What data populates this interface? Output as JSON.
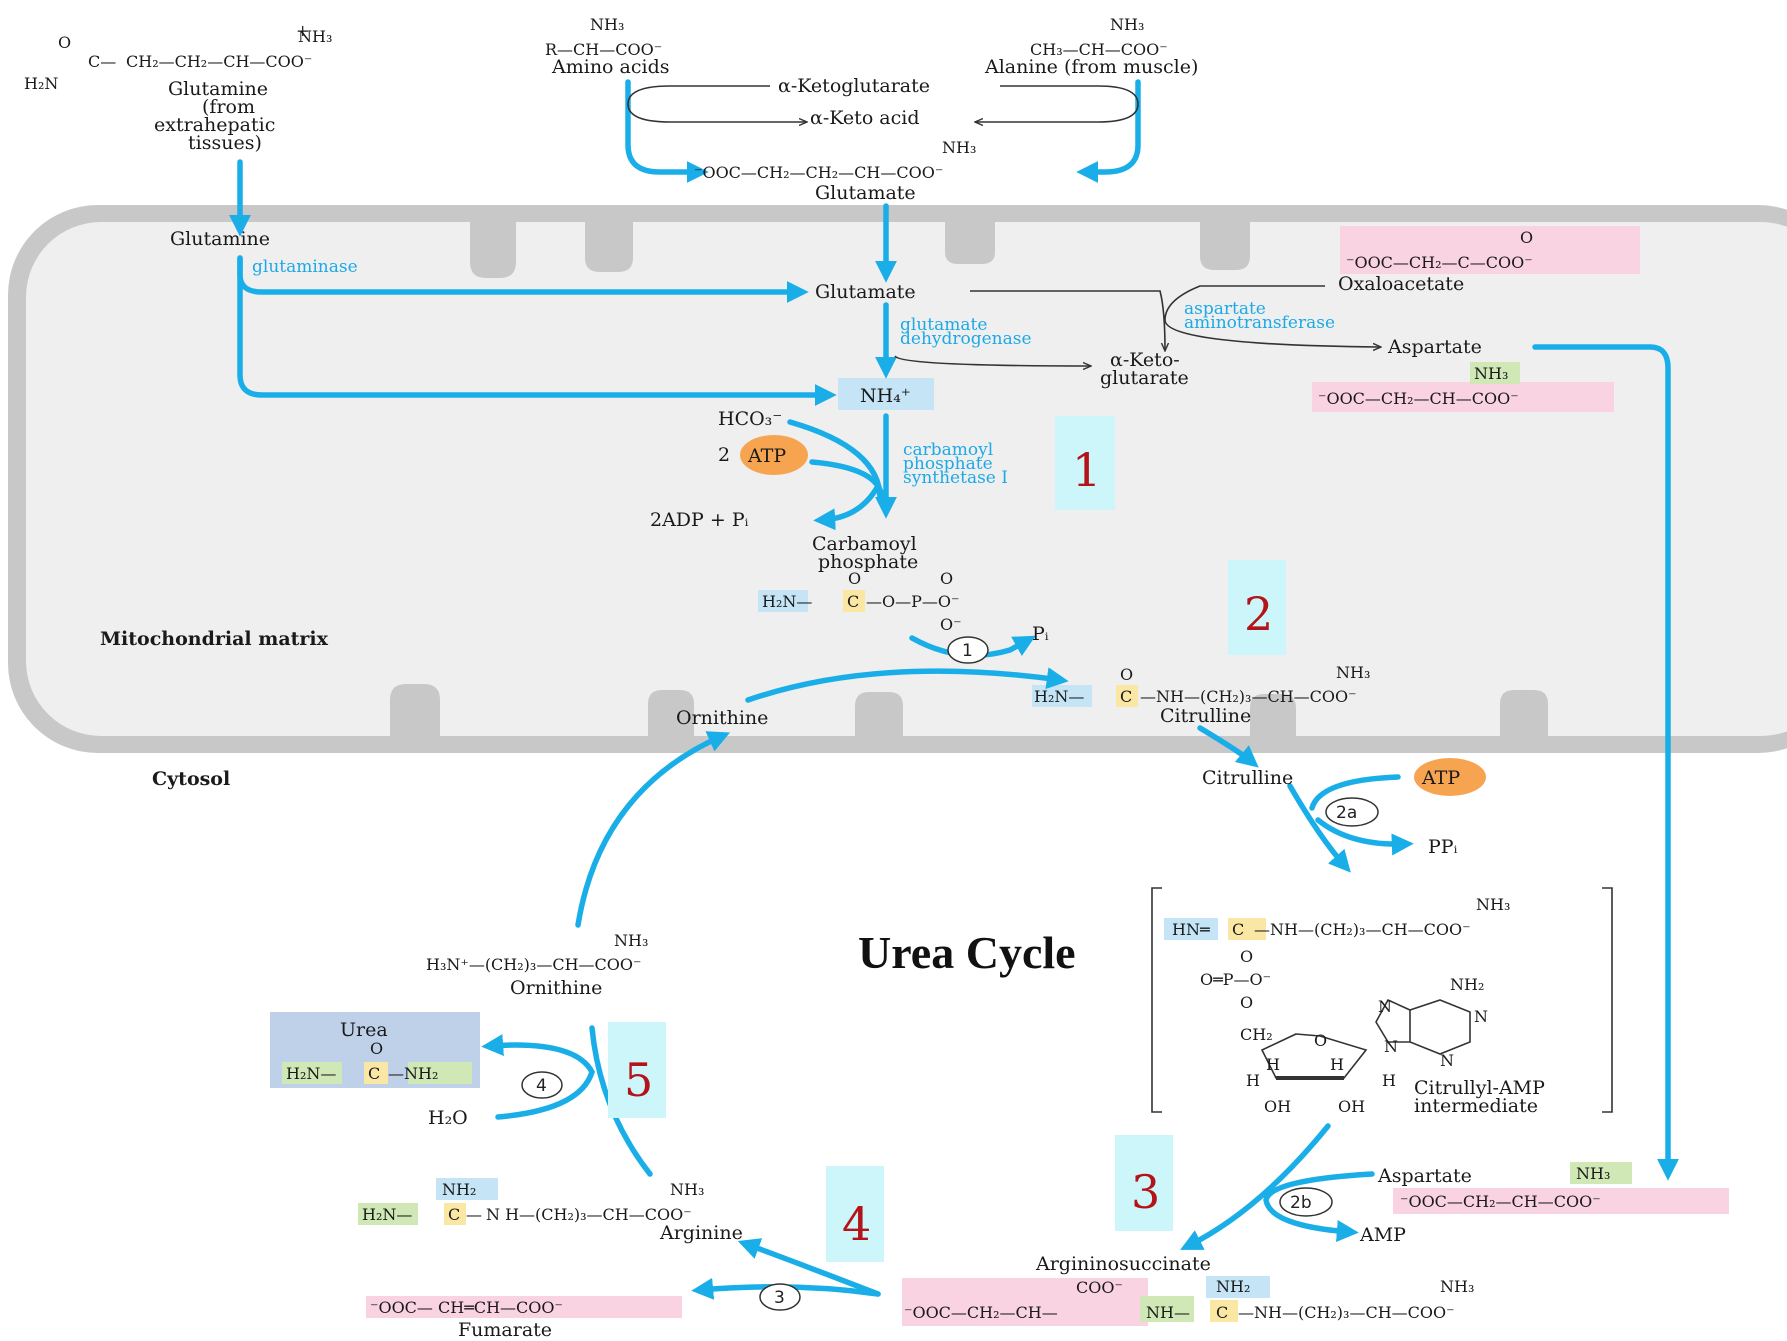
{
  "title": "Urea Cycle",
  "compartments": {
    "matrix": "Mitochondrial matrix",
    "cytosol": "Cytosol"
  },
  "top": {
    "glutamine_formula": "CH₂—CH₂—CH—COO⁻",
    "glutamine_label": [
      "Glutamine",
      "(from",
      "extrahepatic",
      "tissues)"
    ],
    "amino_acids_formula": "R—CH—COO⁻",
    "amino_acids_label": "Amino acids",
    "alanine_formula": "CH₃—CH—COO⁻",
    "alanine_label": "Alanine (from muscle)",
    "ketoglutarate": "α-Ketoglutarate",
    "ketoacid": "α-Keto acid",
    "glutamate_formula": "⁻OOC—CH₂—CH₂—CH—COO⁻",
    "glutamate_label": "Glutamate",
    "nh3": "NH₃"
  },
  "matrix": {
    "glutamine": "Glutamine",
    "glutaminase": "glutaminase",
    "glutamate": "Glutamate",
    "glutamate_dehydrogenase": [
      "glutamate",
      "dehydrogenase"
    ],
    "oxaloacetate_formula": "⁻OOC—CH₂—C—COO⁻",
    "oxaloacetate": "Oxaloacetate",
    "aspartate_aminotransferase": [
      "aspartate",
      "aminotransferase"
    ],
    "aspartate": "Aspartate",
    "aspartate_formula": "⁻OOC—CH₂—CH—COO⁻",
    "ketoglutarate": [
      "α-Keto-",
      "glutarate"
    ],
    "ammonium": "NH₄⁺",
    "bicarbonate": "HCO₃⁻",
    "atp_count": "2",
    "atp": "ATP",
    "adp": "2ADP + Pᵢ",
    "cps1": [
      "carbamoyl",
      "phosphate",
      "synthetase I"
    ],
    "carbamoyl_phosphate": [
      "Carbamoyl",
      "phosphate"
    ],
    "cp_formula": "—O—P—O⁻",
    "pi": "Pᵢ",
    "ornithine": "Ornithine",
    "citrulline_formula": "—NH—(CH₂)₃—CH—COO⁻",
    "citrulline": "Citrulline"
  },
  "cytosol": {
    "citrulline": "Citrulline",
    "atp": "ATP",
    "ppi": "PPᵢ",
    "intermediate_formula": "—NH—(CH₂)₃—CH—COO⁻",
    "intermediate_label": [
      "Citrullyl-AMP",
      "intermediate"
    ],
    "aspartate": "Aspartate",
    "aspartate_formula": "⁻OOC—CH₂—CH—COO⁻",
    "amp": "AMP",
    "argininosuccinate": "Argininosuccinate",
    "argsucc_formula": "—NH—(CH₂)₃—CH—COO⁻",
    "fumarate_formula": "⁻OOC— CH═CH—COO⁻",
    "fumarate": "Fumarate",
    "arginine_formula": "N H—(CH₂)₃—CH—COO⁻",
    "arginine": "Arginine",
    "ornithine_formula": "H₃N⁺—(CH₂)₃—CH—COO⁻",
    "ornithine": "Ornithine",
    "urea": "Urea",
    "water": "H₂O"
  },
  "step_numbers": [
    "1",
    "2",
    "3",
    "4",
    "5"
  ],
  "step_circles": [
    "1",
    "2a",
    "2b",
    "3",
    "4"
  ],
  "colors": {
    "arrow": "#1aaee8",
    "mitochondrion": "#c8c8c8",
    "matrix_fill": "#efefef",
    "number_box": "#ccf6fa",
    "number_text": "#b3141a",
    "pink_highlight": "#f9d3e2",
    "green_highlight": "#cfe8b5",
    "blue_highlight": "#c5e5f7",
    "yellow_highlight": "#fbe7a4",
    "atp_fill": "#f7a451",
    "urea_box": "#bed1e9"
  }
}
